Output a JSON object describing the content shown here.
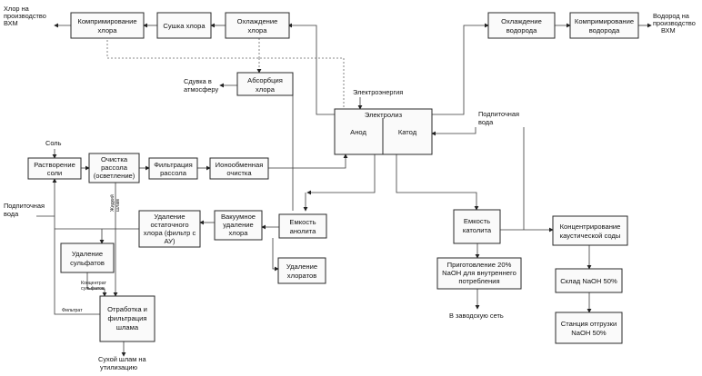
{
  "nodes": {
    "compress_chlorine": [
      "Компримирование",
      "хлора"
    ],
    "dry_chlorine": [
      "Сушка хлора"
    ],
    "cool_chlorine": [
      "Охлаждение",
      "хлора"
    ],
    "absorb_chlorine": [
      "Абсорбция",
      "хлора"
    ],
    "cool_hydrogen": [
      "Охлаждение",
      "водорода"
    ],
    "compress_hydrogen": [
      "Компримирование",
      "водорода"
    ],
    "electrolysis": [
      "Электролиз"
    ],
    "anode": [
      "Анод"
    ],
    "cathode": [
      "Катод"
    ],
    "dissolve_salt": [
      "Растворение",
      "соли"
    ],
    "brine_cleaning": [
      "Очистка",
      "рассола",
      "(осветление)"
    ],
    "brine_filtration": [
      "Фильтрация",
      "рассола"
    ],
    "ion_exchange": [
      "Ионообменная",
      "очистка"
    ],
    "residual_chlorine": [
      "Удаление",
      "остаточного",
      "хлора (фильтр с",
      "АУ)"
    ],
    "vacuum_chlorine": [
      "Вакуумное",
      "удаление",
      "хлора"
    ],
    "anolyte_tank": [
      "Емкость",
      "анолита"
    ],
    "chlorate_removal": [
      "Удаление",
      "хлоратов"
    ],
    "sulfate_removal": [
      "Удаление",
      "сульфатов"
    ],
    "sludge": [
      "Отработка и",
      "фильтрация",
      "шлама"
    ],
    "catholyte_tank": [
      "Емкость",
      "католита"
    ],
    "naoh_20": [
      "Приготовление 20%",
      "NaOH для внутреннего",
      "потребления"
    ],
    "caustic_conc": [
      "Концентрирование",
      "каустической соды"
    ],
    "naoh_store": [
      "Склад NaOH 50%"
    ],
    "naoh_ship": [
      "Станция отгрузки",
      "NaOH 50%"
    ]
  },
  "labels": {
    "chlorine_out": [
      "Хлор на",
      "производство",
      "ВХМ"
    ],
    "hydrogen_out": [
      "Водород на",
      "производство",
      "ВХМ"
    ],
    "vent": [
      "Сдувка в",
      "атмосферу"
    ],
    "electricity": [
      "Электроэнергия"
    ],
    "makeup_water_right": [
      "Подпиточная",
      "вода"
    ],
    "salt": [
      "Соль"
    ],
    "makeup_water_left": [
      "Подпиточная",
      "вода"
    ],
    "liquid_sludge": [
      "Жидкий",
      "шлам"
    ],
    "sulfate_concentrate": [
      "Концентрат",
      "сульфатов"
    ],
    "filtrate": [
      "Фильтрат"
    ],
    "dry_sludge": [
      "Сухой шлам на",
      "утилизацию"
    ],
    "plant_network": [
      "В заводскую сеть"
    ]
  }
}
